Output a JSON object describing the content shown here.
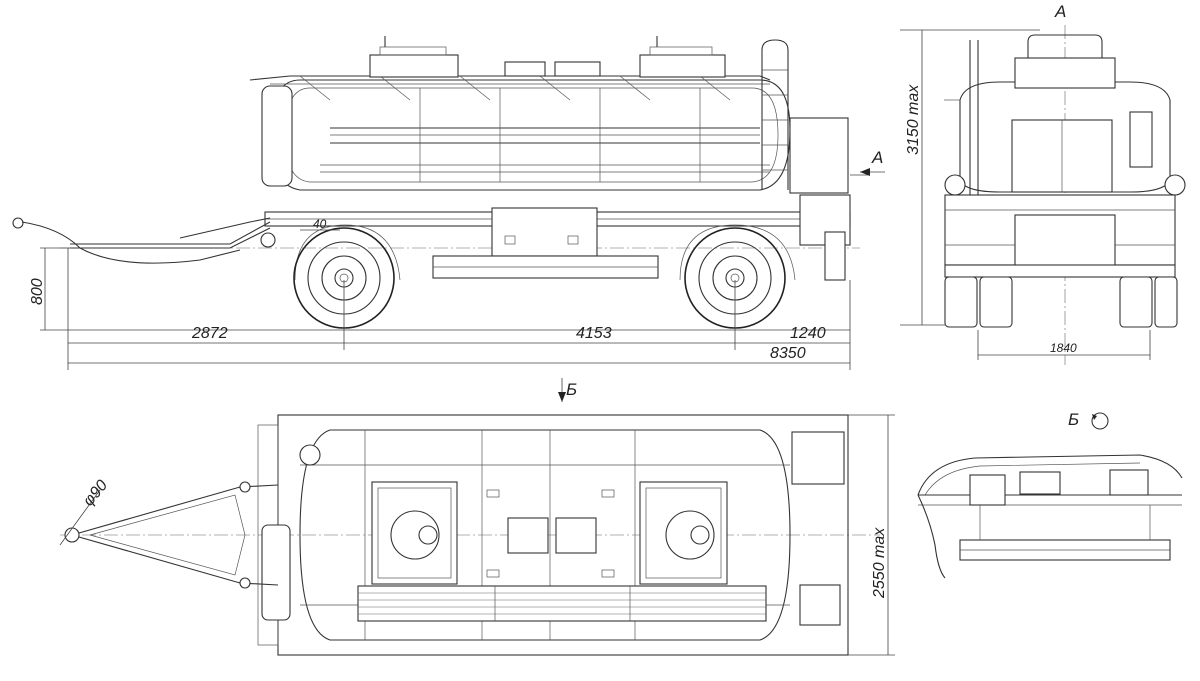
{
  "view_labels": {
    "front_view": "A",
    "side_arrow": "A",
    "top_arrow": "Б",
    "detail_view": "Б"
  },
  "dimensions": {
    "front_overhang": "2872",
    "wheelbase": "4153",
    "rear_overhang": "1240",
    "overall_length": "8350",
    "drawbar_height": "800",
    "small_offset": "40",
    "max_height": "3150 max",
    "track_width": "1840",
    "overall_width": "2550 max",
    "eye_diameter": "φ90"
  },
  "colors": {
    "line": "#333333",
    "background": "#ffffff"
  }
}
